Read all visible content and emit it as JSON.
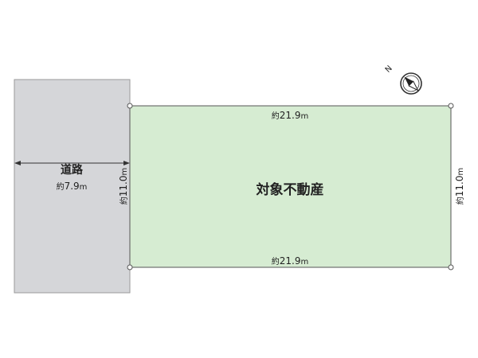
{
  "road": {
    "label": "道路",
    "width_prefix": "約",
    "width_value": "7.9",
    "width_unit": "m"
  },
  "property": {
    "label": "対象不動産",
    "top_prefix": "約",
    "top_value": "21.9",
    "top_unit": "m",
    "bottom_prefix": "約",
    "bottom_value": "21.9",
    "bottom_unit": "m",
    "left_prefix": "約",
    "left_value": "11.0",
    "left_unit": "m",
    "right_prefix": "約",
    "right_value": "11.0",
    "right_unit": "m"
  },
  "compass": {
    "north_letter": "N",
    "icon": "compass-icon"
  },
  "colors": {
    "road_fill": "#d5d6d9",
    "property_fill": "#d6ecd2",
    "outline": "#555555"
  }
}
